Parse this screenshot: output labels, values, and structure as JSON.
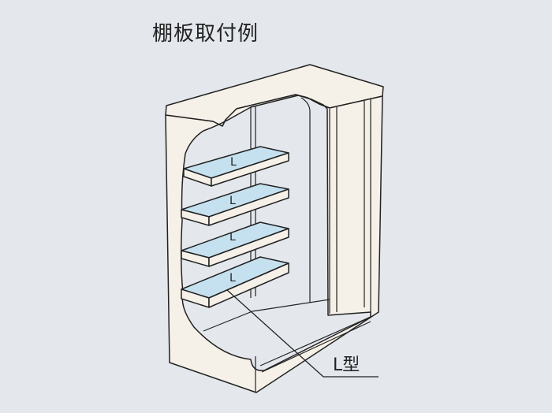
{
  "title": "棚板取付例",
  "shelf_label": "L",
  "callout_label": "L型",
  "colors": {
    "background": "#e4e8ed",
    "cabinet": "#f6f1e8",
    "shelf_top": "#c5e1f0",
    "outline": "#222222"
  }
}
